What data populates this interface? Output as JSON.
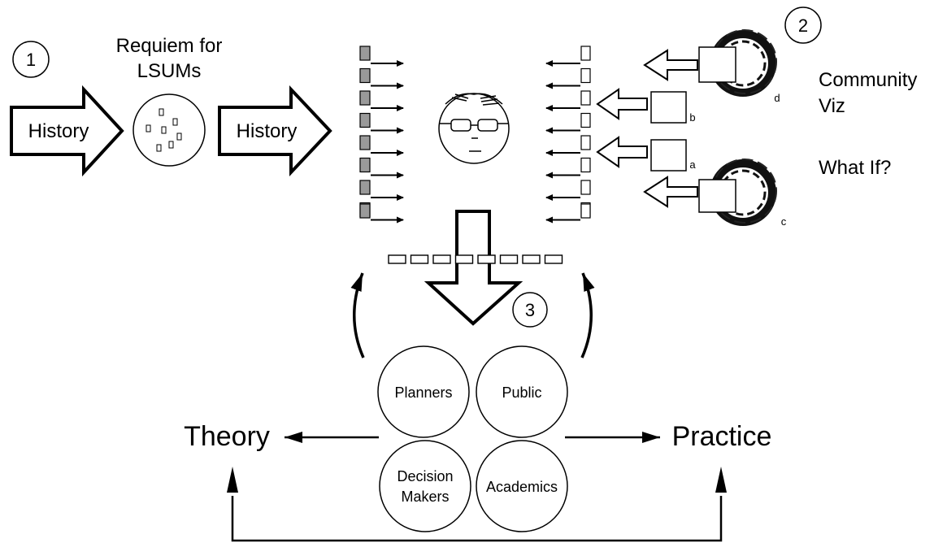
{
  "steps": {
    "one": "1",
    "two": "2",
    "three": "3"
  },
  "left": {
    "history_label": "History",
    "requiem_line1": "Requiem for",
    "requiem_line2": "LSUMs"
  },
  "right": {
    "community_line1": "Community",
    "community_line2": "Viz",
    "what_if": "What If?",
    "box_a": "a",
    "box_b": "b",
    "disc_c": "c",
    "disc_d": "d"
  },
  "bottom": {
    "theory": "Theory",
    "practice": "Practice",
    "planners": "Planners",
    "public": "Public",
    "decision_line1": "Decision",
    "decision_line2": "Makers",
    "academics": "Academics"
  }
}
